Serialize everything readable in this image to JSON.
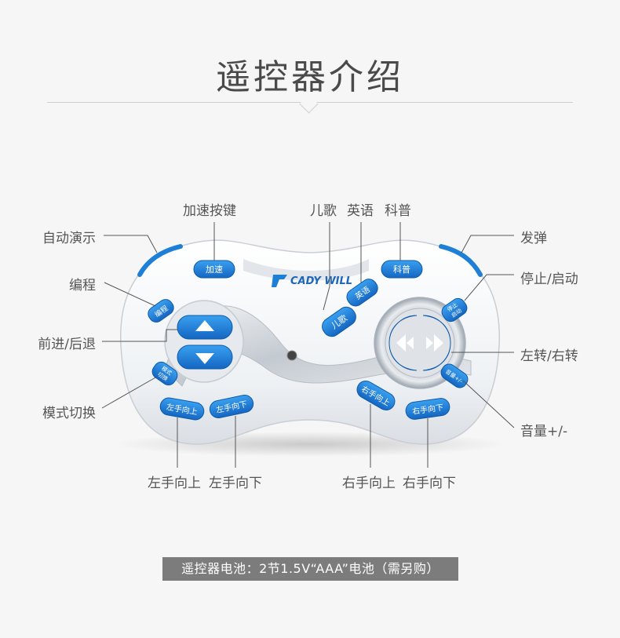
{
  "title": "遥控器介绍",
  "brand": "CADY WILL",
  "labels": {
    "auto_demo": "自动演示",
    "accelerate": "加速按键",
    "nursery": "儿歌",
    "english": "英语",
    "science": "科普",
    "fire": "发弹",
    "program": "编程",
    "stop_start": "停止/启动",
    "forward_back": "前进/后退",
    "left_right": "左转/右转",
    "mode_switch": "模式切换",
    "volume": "音量+/-",
    "left_hand_up": "左手向上",
    "left_hand_down": "左手向下",
    "right_hand_up": "右手向上",
    "right_hand_down": "右手向下"
  },
  "buttons": {
    "speed": "加速",
    "nursery": "儿歌",
    "english": "英语",
    "science": "科普",
    "program": "编程",
    "stop_start_line1": "停止",
    "stop_start_line2": "启动",
    "mode_line1": "模式",
    "mode_line2": "切换",
    "volume": "音量+/-",
    "left_hand_up": "左手向上",
    "left_hand_down": "左手向下",
    "right_hand_up": "右手向上",
    "right_hand_down": "右手向下"
  },
  "footer": "遥控器电池：2节1.5V“AAA”电池（需另购）",
  "colors": {
    "button_blue": "#1e7fd6",
    "body_white": "#f4f6f8",
    "silver": "#c7ccd3",
    "footer_bg": "#7c7c7c"
  }
}
